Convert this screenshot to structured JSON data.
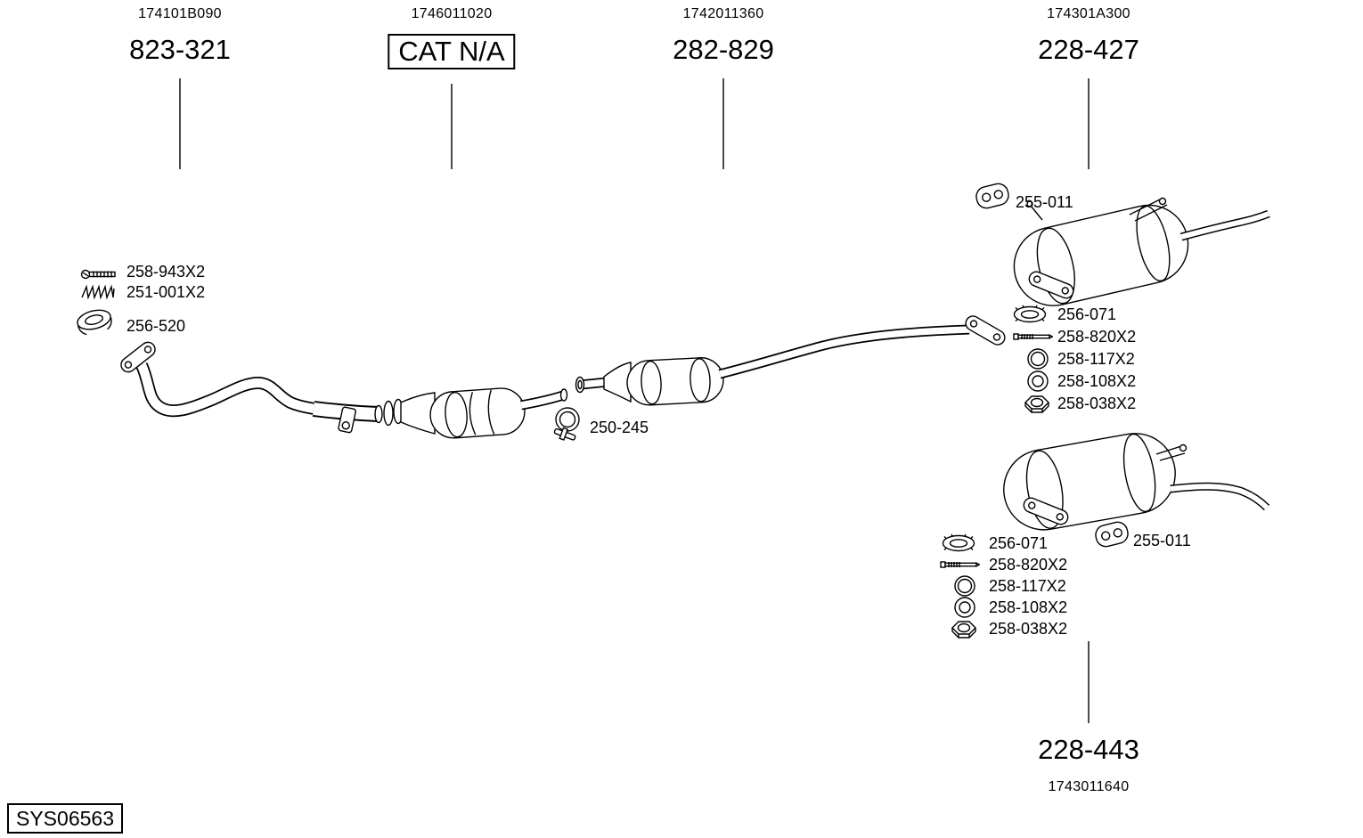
{
  "colors": {
    "ink": "#000000",
    "paper": "#ffffff"
  },
  "title_row": [
    {
      "ref": "174101B090",
      "code": "823-321",
      "icon": "front-pipe"
    },
    {
      "ref": "1746011020",
      "code": "CAT N/A",
      "icon": "catalytic-converter",
      "boxed": true
    },
    {
      "ref": "1742011360",
      "code": "282-829",
      "icon": "center-muffler"
    },
    {
      "ref": "174301A300",
      "code": "228-427",
      "icon": "rear-muffler-upper"
    }
  ],
  "bottom_section": {
    "code": "228-443",
    "ref": "1743011640",
    "icon": "rear-muffler-lower"
  },
  "system_id": "SYS06563",
  "front_pipe_parts": [
    {
      "id": "258-943X2",
      "icon": "screw-icon"
    },
    {
      "id": "251-001X2",
      "icon": "spring-icon"
    },
    {
      "id": "256-520",
      "icon": "gasket-ring-icon"
    }
  ],
  "clamp_part": {
    "id": "250-245",
    "icon": "clamp-icon"
  },
  "muffler1": {
    "hanger_id": "255-011",
    "parts": [
      {
        "id": "256-071",
        "icon": "flat-gasket-icon"
      },
      {
        "id": "258-820X2",
        "icon": "stud-bolt-icon"
      },
      {
        "id": "258-117X2",
        "icon": "ring-gasket-icon"
      },
      {
        "id": "258-108X2",
        "icon": "ring-gasket-icon"
      },
      {
        "id": "258-038X2",
        "icon": "hex-nut-icon"
      }
    ]
  },
  "muffler2": {
    "hanger_id": "255-011",
    "parts": [
      {
        "id": "256-071",
        "icon": "flat-gasket-icon"
      },
      {
        "id": "258-820X2",
        "icon": "stud-bolt-icon"
      },
      {
        "id": "258-117X2",
        "icon": "ring-gasket-icon"
      },
      {
        "id": "258-108X2",
        "icon": "ring-gasket-icon"
      },
      {
        "id": "258-038X2",
        "icon": "hex-nut-icon"
      }
    ]
  }
}
